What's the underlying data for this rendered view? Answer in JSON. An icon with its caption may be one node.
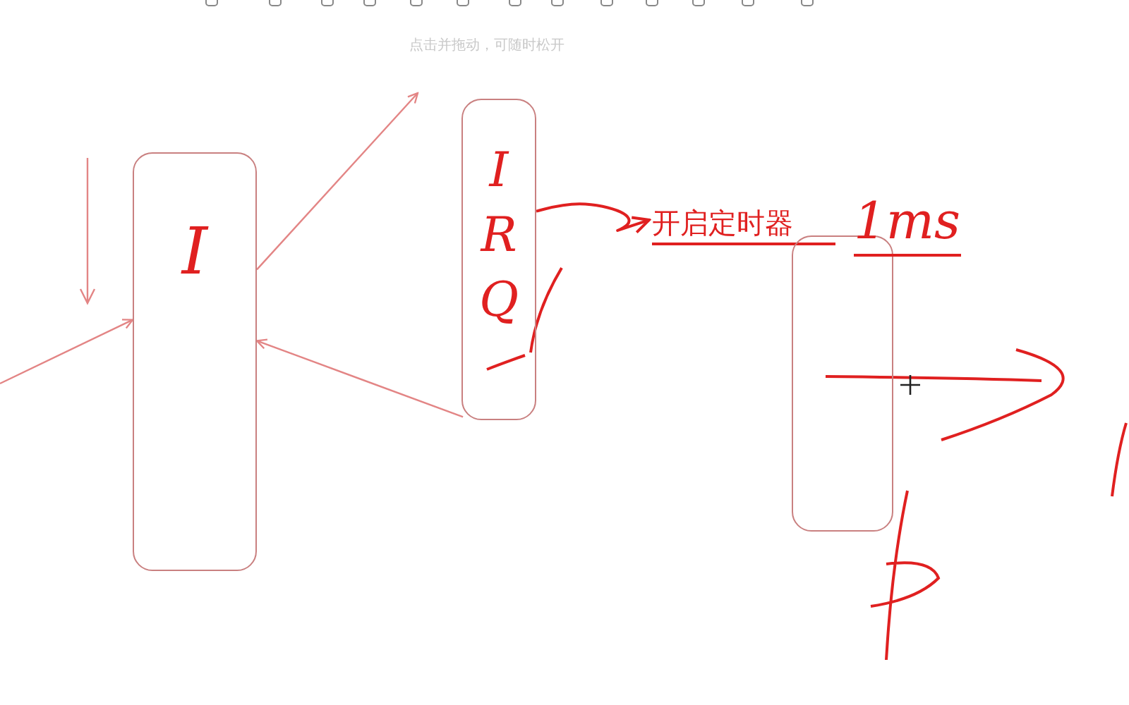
{
  "diagram": {
    "nodes": [
      {
        "text": [
          "I"
        ]
      },
      {
        "text": [
          "IRQ"
        ]
      },
      {
        "text": [
          "开启定时器"
        ]
      },
      {
        "text": [],
        "shape": "box"
      }
    ],
    "edges": [
      {
        "from": null,
        "to": 0,
        "arrow": "to"
      },
      {
        "from": 1,
        "to": 0,
        "arrow": "to"
      },
      {
        "from": 0,
        "to": null,
        "arrow": "to"
      },
      {
        "from": 1,
        "to": 2,
        "arrow": "to",
        "color": "#e02020"
      }
    ],
    "labels": [
      "点击并拖动，可随时松开",
      "1ms"
    ]
  }
}
